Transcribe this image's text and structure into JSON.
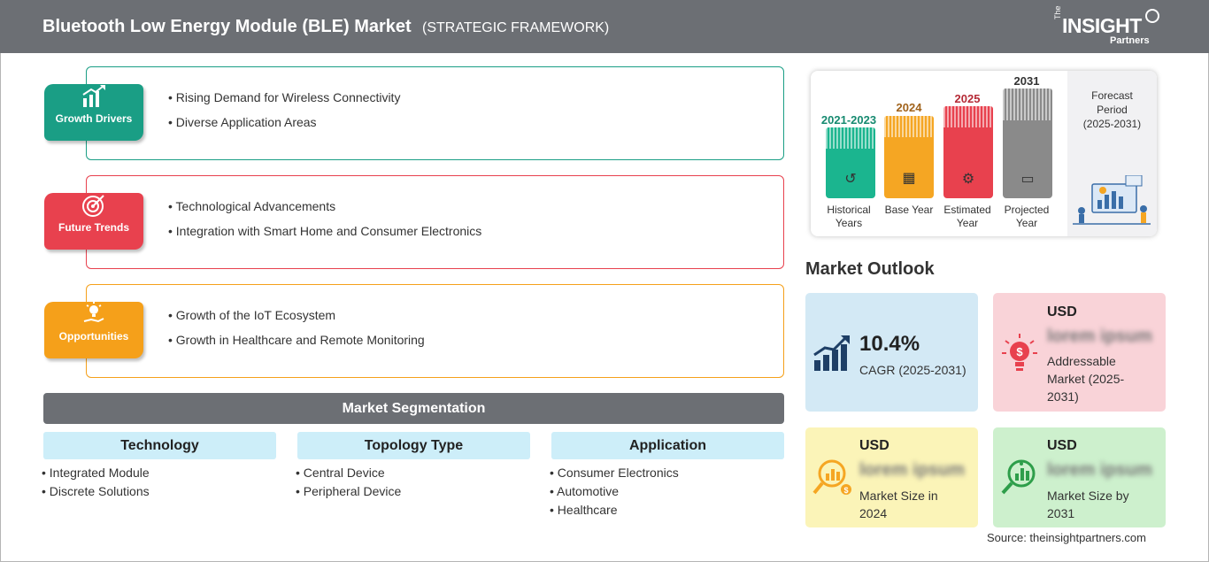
{
  "header": {
    "title": "Bluetooth Low Energy Module (BLE) Market",
    "subtitle": "(STRATEGIC FRAMEWORK)",
    "logo_the": "The",
    "logo_insight": "INSIGHT",
    "logo_partners": "Partners"
  },
  "framework": [
    {
      "label": "Growth Drivers",
      "icon": "growth-chart-icon",
      "color": "#1a9e85",
      "items": [
        "Rising Demand for Wireless Connectivity",
        "Diverse Application Areas"
      ]
    },
    {
      "label": "Future Trends",
      "icon": "target-icon",
      "color": "#e8414e",
      "items": [
        "Technological Advancements",
        "Integration with Smart Home and Consumer Electronics"
      ]
    },
    {
      "label": "Opportunities",
      "icon": "lightbulb-hand-icon",
      "color": "#f5a01a",
      "items": [
        "Growth of the IoT Ecosystem",
        "Growth in Healthcare and Remote Monitoring"
      ]
    }
  ],
  "segmentation": {
    "title": "Market Segmentation",
    "columns": [
      {
        "header": "Technology",
        "items": [
          "Integrated Module",
          "Discrete Solutions"
        ]
      },
      {
        "header": "Topology Type",
        "items": [
          "Central Device",
          "Peripheral Device"
        ]
      },
      {
        "header": "Application",
        "items": [
          "Consumer Electronics",
          "Automotive",
          "Healthcare"
        ]
      }
    ]
  },
  "timeline": {
    "bars": [
      {
        "year": "2021-2023",
        "name": "Historical Years",
        "color": "#1bb58f",
        "label_color": "#168a70",
        "icon": "history-icon"
      },
      {
        "year": "2024",
        "name": "Base Year",
        "color": "#f5a623",
        "label_color": "#a0621a",
        "icon": "calendar-icon"
      },
      {
        "year": "2025",
        "name": "Estimated Year",
        "color": "#e8414e",
        "label_color": "#b52a36",
        "icon": "gear-dollar-icon"
      },
      {
        "year": "2031",
        "name": "Projected Year",
        "color": "#8a8a8a",
        "label_color": "#333333",
        "icon": "presentation-icon"
      }
    ],
    "forecast_label": "Forecast Period",
    "forecast_range": "(2025-2031)"
  },
  "outlook": {
    "title": "Market Outlook",
    "cagr": {
      "value": "10.4%",
      "label": "CAGR (2025-2031)",
      "icon": "bar-growth-icon",
      "bg": "#d3e9f5"
    },
    "addressable": {
      "usd": "USD",
      "value": "lorem ipsum",
      "label": "Addressable Market (2025-2031)",
      "icon": "lightbulb-dollar-icon",
      "bg": "#f9d3d8"
    },
    "size2024": {
      "usd": "USD",
      "value": "lorem ipsum",
      "label": "Market Size in 2024",
      "icon": "magnifier-chart-icon",
      "bg": "#fbf4b8"
    },
    "size2031": {
      "usd": "USD",
      "value": "lorem ipsum",
      "label": "Market Size by 2031",
      "icon": "magnifier-chart-icon",
      "bg": "#cdf0cd"
    }
  },
  "source": "Source: theinsightpartners.com"
}
